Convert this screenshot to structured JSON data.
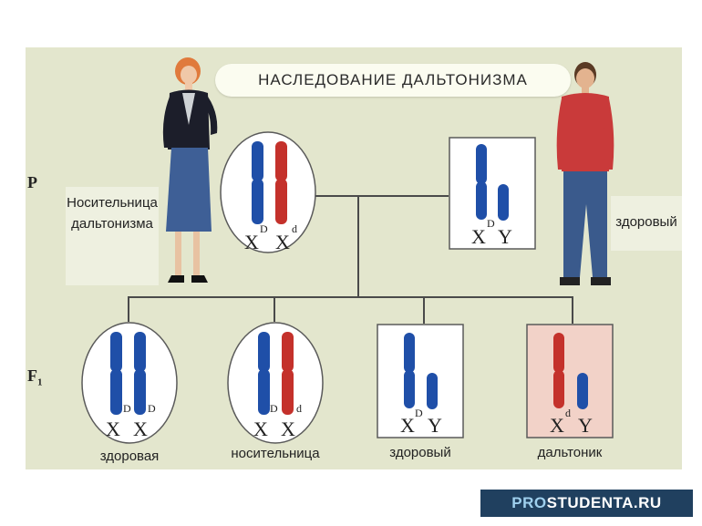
{
  "title": "НАСЛЕДОВАНИЕ ДАЛЬТОНИЗМА",
  "generation_labels": {
    "parents": "P",
    "offspring_letter": "F",
    "offspring_sub": "1"
  },
  "parents": {
    "mother": {
      "caption": "Носительница дальтонизма",
      "caption_line1": "Носительница",
      "caption_line2": "дальтонизма",
      "allele1": "D",
      "allele2": "d"
    },
    "father": {
      "caption": "здоровый",
      "allele1": "D"
    }
  },
  "offspring": [
    {
      "caption": "здоровая",
      "genotype": "X^D X^D",
      "allele1": "D",
      "allele2": "D"
    },
    {
      "caption": "носительница",
      "genotype": "X^D X^d",
      "allele1": "D",
      "allele2": "d"
    },
    {
      "caption": "здоровый",
      "genotype": "X^D Y",
      "allele1": "D"
    },
    {
      "caption": "дальтоник",
      "genotype": "X^d Y",
      "allele1": "d"
    }
  ],
  "chromosome_letters": {
    "x": "X",
    "y": "Y"
  },
  "watermark": {
    "part1": "PRO",
    "part2": "STUDENTA.RU"
  },
  "colors": {
    "poster_background": "#e3e6cd",
    "dominant_chromosome": "#1f4fa8",
    "recessive_chromosome": "#c4312b",
    "y_chromosome": "#1f4fa8",
    "colorblind_card": "#f2d2c8",
    "card_background": "#ffffff",
    "watermark_background": "#20405f"
  },
  "icons": {
    "mother": "woman-figure",
    "father": "man-figure"
  }
}
